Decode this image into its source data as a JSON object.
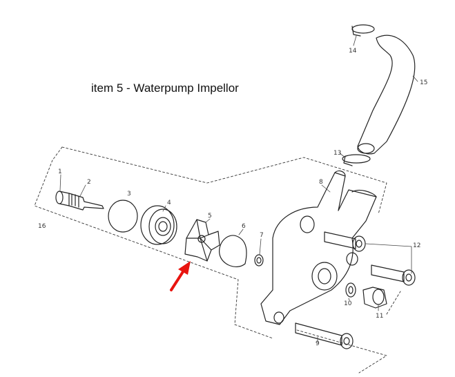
{
  "caption": "item 5 - Waterpump Impellor",
  "labels": {
    "p1": "1",
    "p2": "2",
    "p3": "3",
    "p4": "4",
    "p5": "5",
    "p6": "6",
    "p7": "7",
    "p8": "8",
    "p9": "9",
    "p10": "10",
    "p11": "11",
    "p12": "12",
    "p13": "13",
    "p14": "14",
    "p15": "15",
    "p16": "16"
  },
  "colors": {
    "arrow": "#e8140f",
    "line": "#222222",
    "dash": "#333333"
  }
}
